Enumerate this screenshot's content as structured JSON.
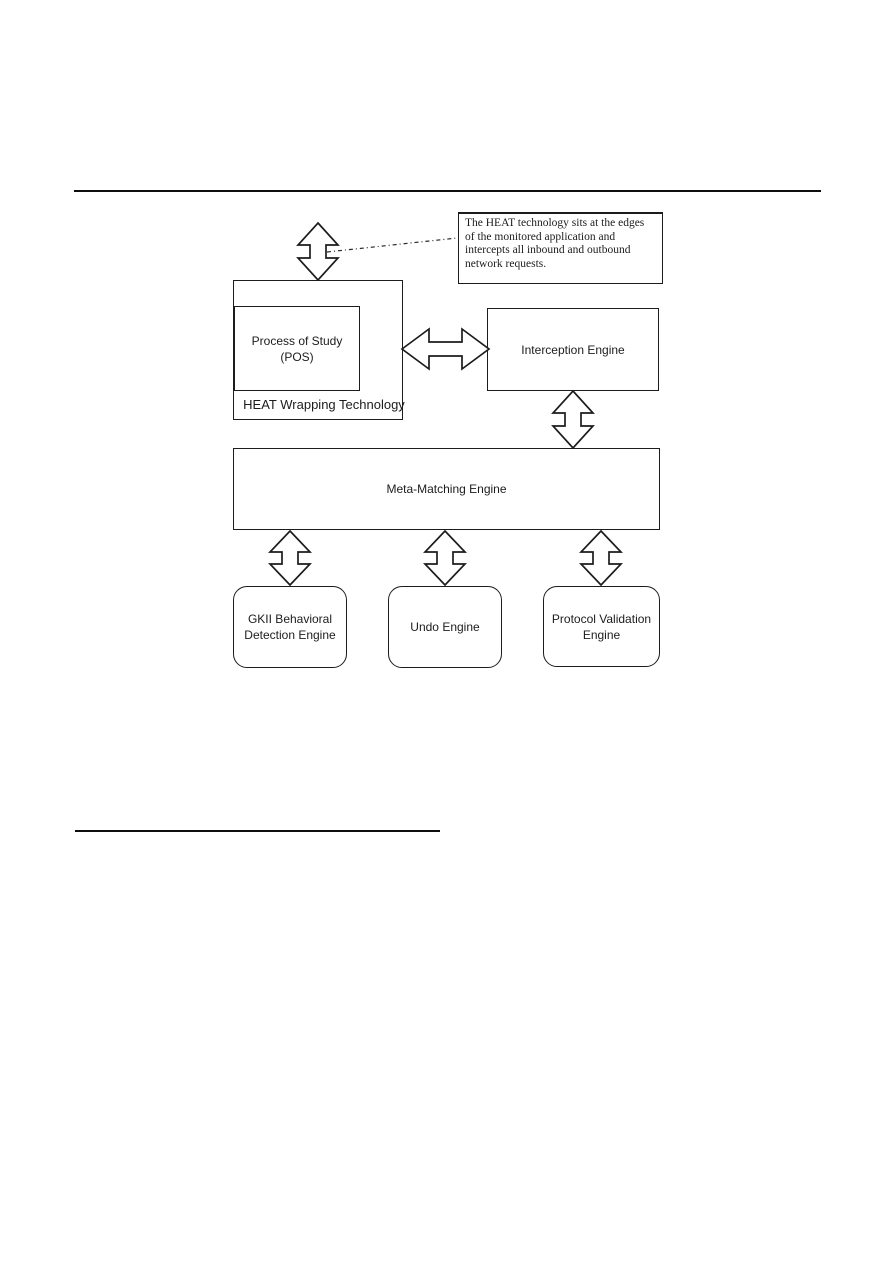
{
  "colors": {
    "ink": "#1c1c1c",
    "paper": "#ffffff"
  },
  "icons": {
    "vertical-double-arrow": "⇕",
    "horizontal-double-arrow": "⇔"
  },
  "figure": {
    "callout": {
      "lines": [
        "The HEAT technology sits at the edges",
        "of the monitored application and",
        "intercepts all inbound and outbound",
        "network requests."
      ]
    },
    "nodes": {
      "heat_wrapper": {
        "label": "HEAT Wrapping Technology"
      },
      "pos": {
        "lines": [
          "Process of Study",
          "(POS)"
        ]
      },
      "interception": {
        "label": "Interception Engine"
      },
      "meta": {
        "label": "Meta-Matching Engine"
      },
      "gkii": {
        "lines": [
          "GKII Behavioral",
          "Detection Engine"
        ]
      },
      "undo": {
        "label": "Undo Engine"
      },
      "protocol": {
        "lines": [
          "Protocol Validation",
          "Engine"
        ]
      }
    }
  }
}
